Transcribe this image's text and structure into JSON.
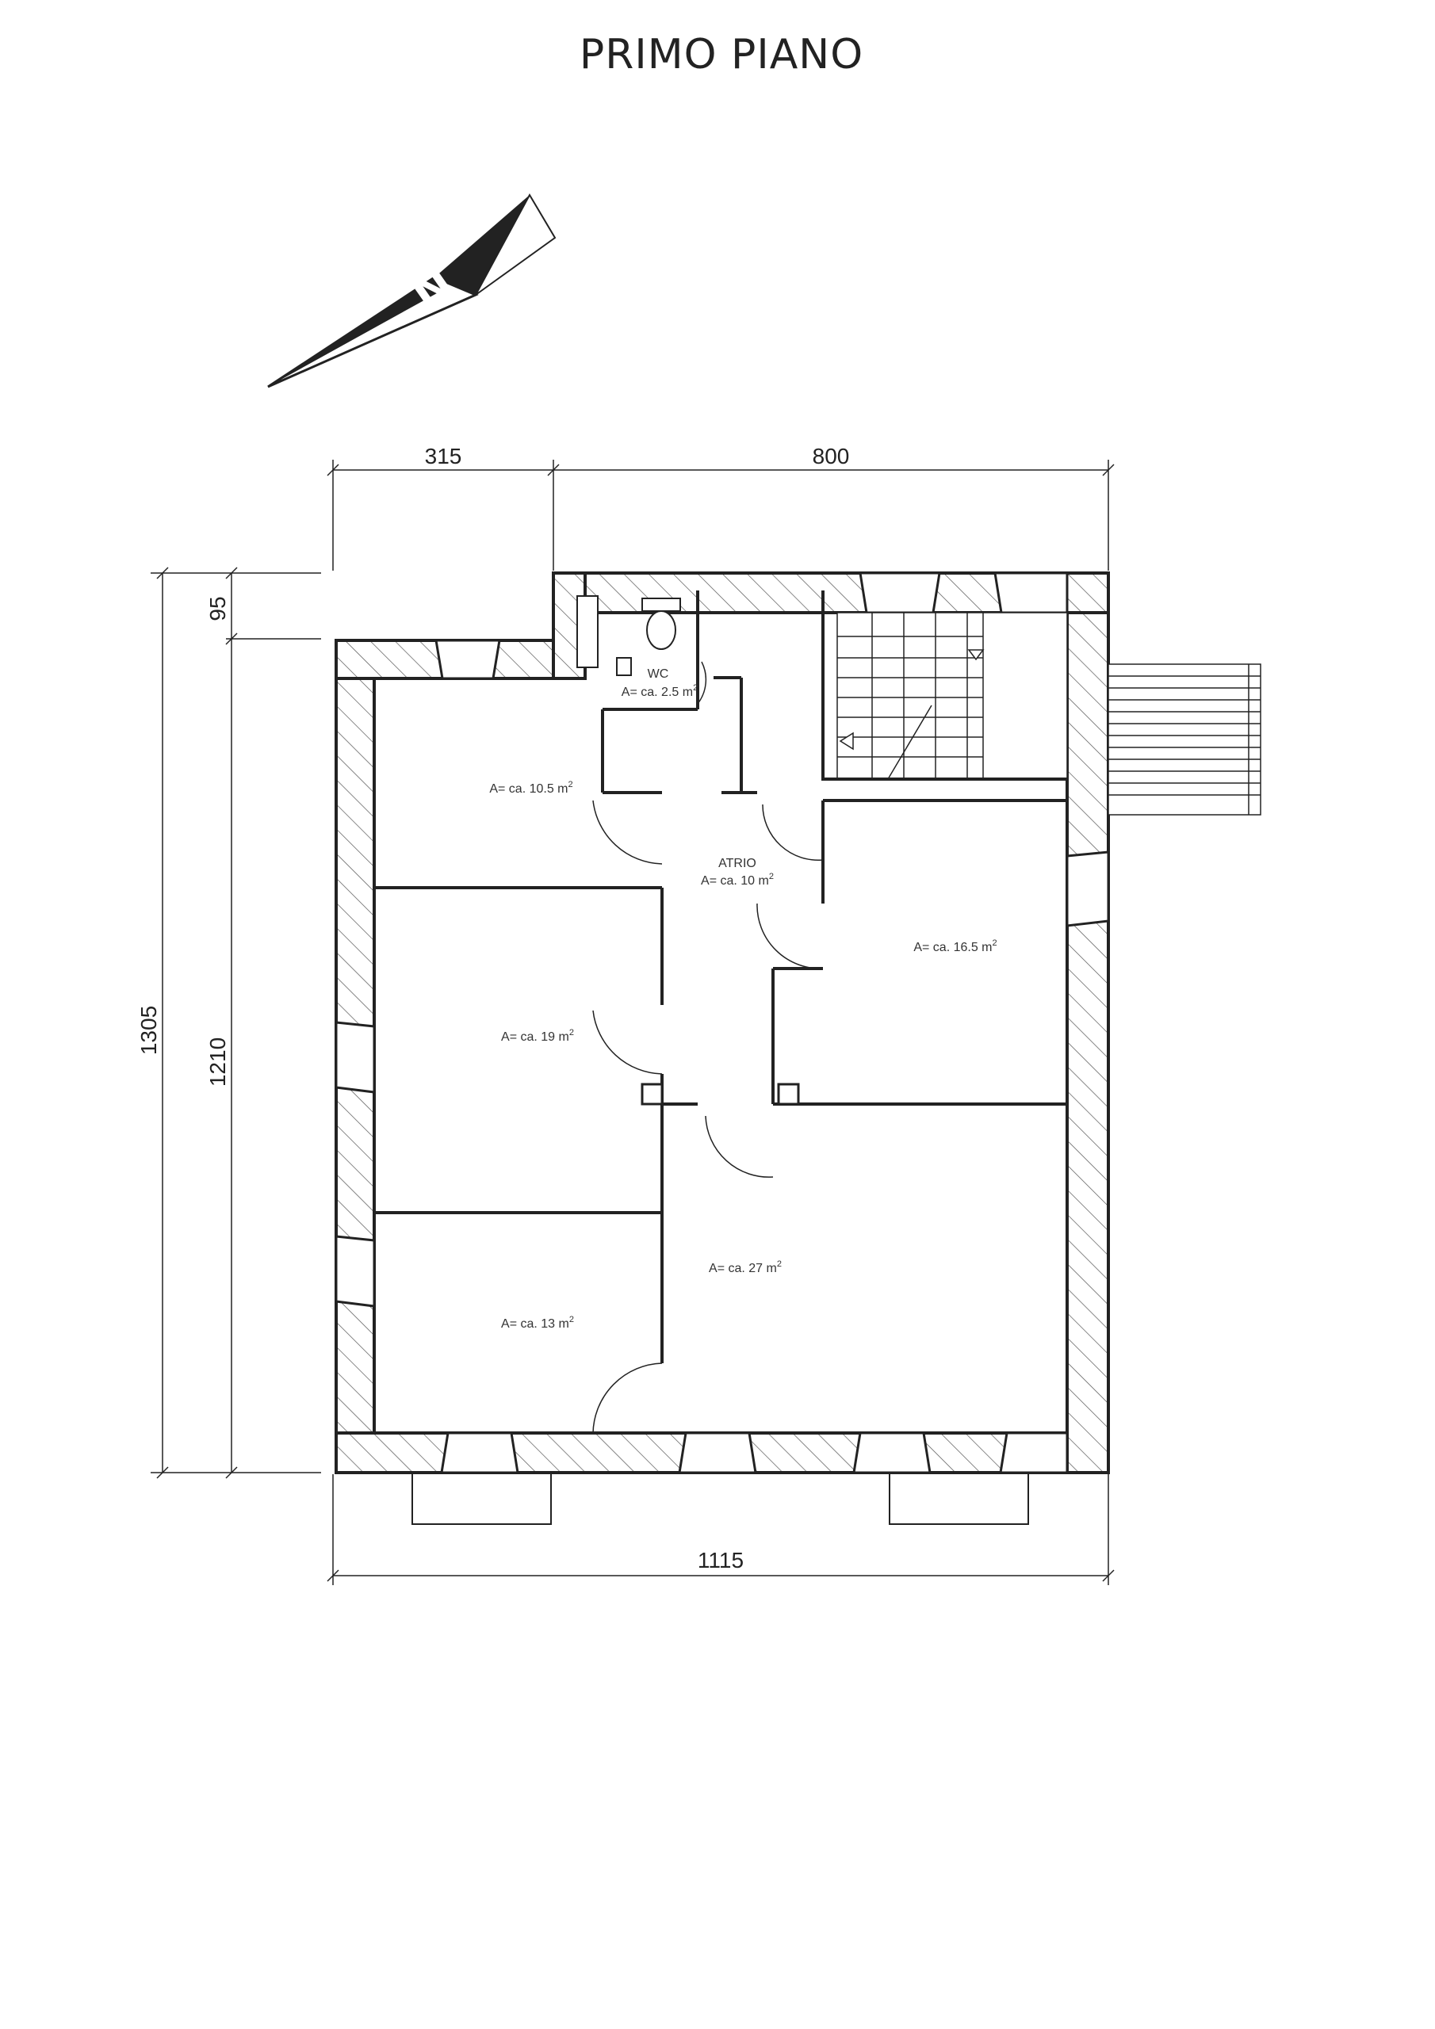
{
  "title": "PRIMO PIANO",
  "compass": {
    "letter": "N"
  },
  "dimensions": {
    "top_left": "315",
    "top_right": "800",
    "bottom": "1115",
    "left_outer": "1305",
    "left_inner": "1210",
    "left_step": "95"
  },
  "rooms": {
    "wc_name": "WC",
    "wc_area": "A= ca. 2.5 m",
    "atrio_name": "ATRIO",
    "atrio_area": "A= ca. 10 m",
    "room_a": "A= ca. 10.5 m",
    "room_b": "A= ca. 16.5 m",
    "room_c": "A= ca. 19 m",
    "room_d": "A= ca. 27 m",
    "room_e": "A= ca. 13 m",
    "unit_exp": "2"
  }
}
